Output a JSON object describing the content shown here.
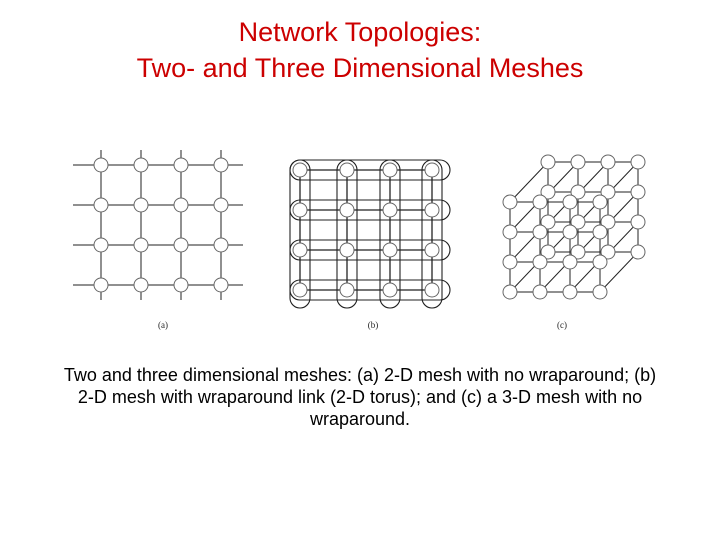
{
  "slide": {
    "title_line1": "Network Topologies:",
    "title_line2": "Two- and Three Dimensional Meshes",
    "caption": "Two and three dimensional meshes: (a) 2-D mesh with no wraparound; (b) 2-D mesh with wraparound link (2-D torus); and (c) a 3-D mesh with no wraparound."
  },
  "figure": {
    "panel_labels": [
      "(a)",
      "(b)",
      "(c)"
    ],
    "mesh_2d": {
      "rows": 4,
      "cols": 4
    },
    "mesh_3d": {
      "rows": 4,
      "cols": 4,
      "layers": 2
    }
  },
  "colors": {
    "title": "#cc0000",
    "caption": "#000000",
    "diagram_line": "#222222",
    "node_stroke": "#666666",
    "node_fill": "#ffffff"
  }
}
